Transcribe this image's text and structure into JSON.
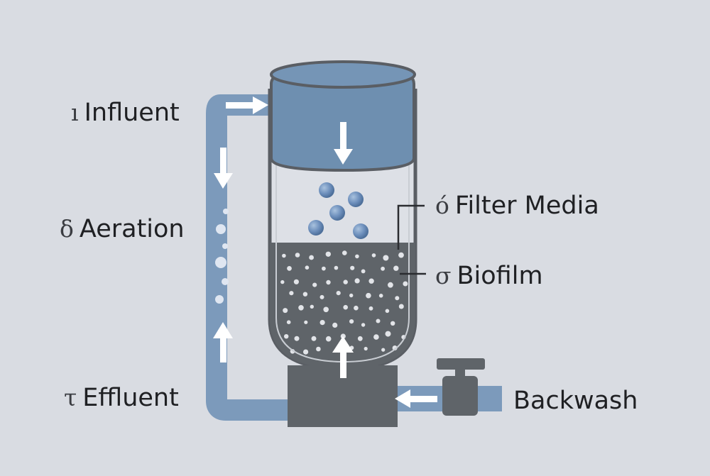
{
  "labels": {
    "influent": {
      "symbol": "ı",
      "text": "Influent"
    },
    "aeration": {
      "symbol": "δ",
      "text": "Aeration"
    },
    "effluent": {
      "symbol": "τ",
      "text": "Effluent"
    },
    "filter_media": {
      "symbol": "ό",
      "text": "Filter Media"
    },
    "biofilm": {
      "symbol": "σ",
      "text": "Biofilm"
    },
    "backwash": {
      "text": "Backwash"
    }
  },
  "colors": {
    "background": "#d9dce2",
    "pipe": "#7c9abb",
    "water": "#6e8fb0",
    "media": "#5f6469",
    "base": "#5f6469",
    "vessel_outline": "#5a5e64",
    "arrow": "#ffffff",
    "bubble": "#6d8fbc",
    "text": "#1f2023"
  }
}
